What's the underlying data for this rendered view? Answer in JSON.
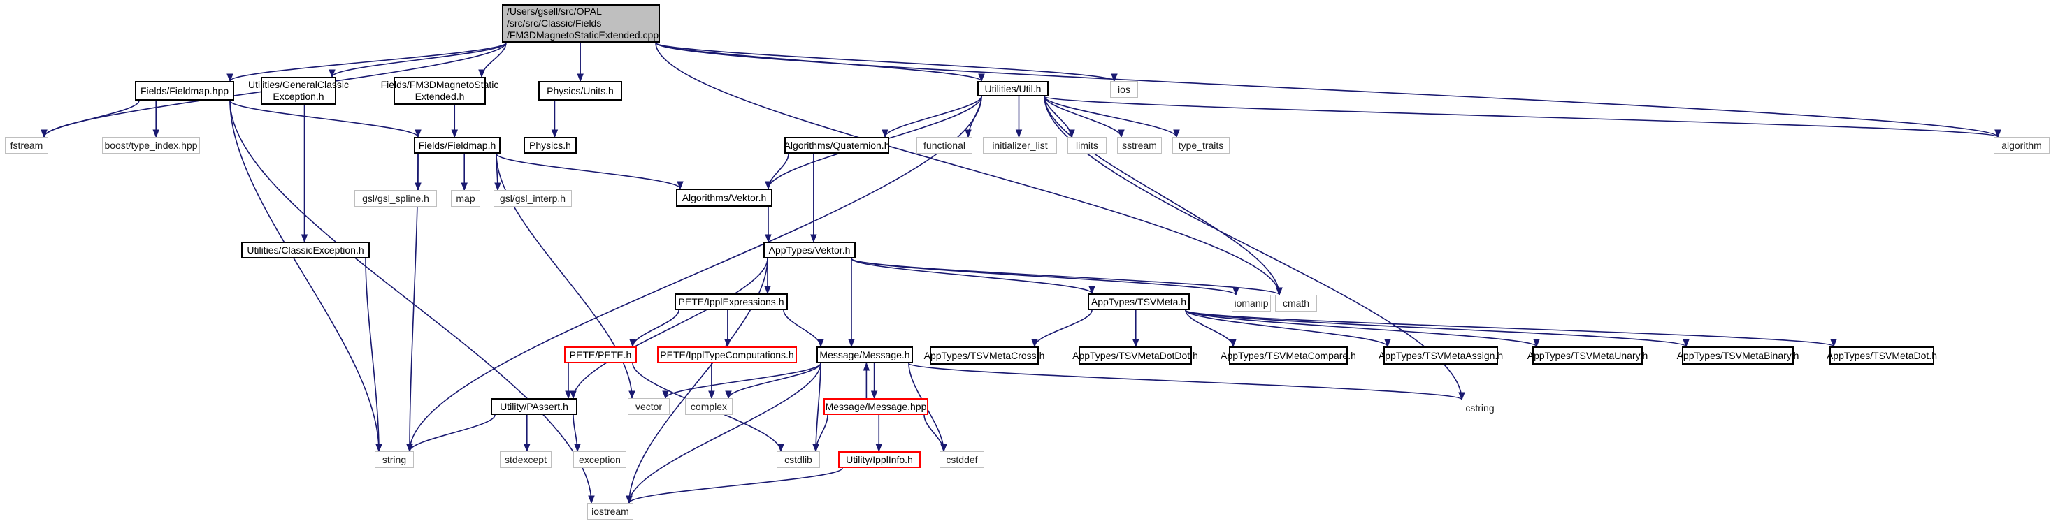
{
  "diagram": {
    "nodes": [
      {
        "id": "root",
        "style": "root",
        "lines": [
          "/Users/gsell/src/OPAL",
          "/src/src/Classic/Fields",
          "/FM3DMagnetoStaticExtended.cpp"
        ]
      },
      {
        "id": "fieldmap_hpp",
        "style": "plain",
        "lines": [
          "Fields/Fieldmap.hpp"
        ]
      },
      {
        "id": "general_classic_exception",
        "style": "plain",
        "lines": [
          "Utilities/GeneralClassic",
          "Exception.h"
        ]
      },
      {
        "id": "fm3d_static_ext_h",
        "style": "plain",
        "lines": [
          "Fields/FM3DMagnetoStatic",
          "Extended.h"
        ]
      },
      {
        "id": "physics_units",
        "style": "plain",
        "lines": [
          "Physics/Units.h"
        ]
      },
      {
        "id": "util_h",
        "style": "plain",
        "lines": [
          "Utilities/Util.h"
        ]
      },
      {
        "id": "ios",
        "style": "sys",
        "lines": [
          "ios"
        ]
      },
      {
        "id": "fstream",
        "style": "sys",
        "lines": [
          "fstream"
        ]
      },
      {
        "id": "boost_type_index",
        "style": "sys",
        "lines": [
          "boost/type_index.hpp"
        ]
      },
      {
        "id": "fieldmap_h",
        "style": "plain",
        "lines": [
          "Fields/Fieldmap.h"
        ]
      },
      {
        "id": "physics_h",
        "style": "plain",
        "lines": [
          "Physics.h"
        ]
      },
      {
        "id": "quaternion",
        "style": "plain",
        "lines": [
          "Algorithms/Quaternion.h"
        ]
      },
      {
        "id": "functional",
        "style": "sys",
        "lines": [
          "functional"
        ]
      },
      {
        "id": "initializer_list",
        "style": "sys",
        "lines": [
          "initializer_list"
        ]
      },
      {
        "id": "limits",
        "style": "sys",
        "lines": [
          "limits"
        ]
      },
      {
        "id": "sstream",
        "style": "sys",
        "lines": [
          "sstream"
        ]
      },
      {
        "id": "type_traits",
        "style": "sys",
        "lines": [
          "type_traits"
        ]
      },
      {
        "id": "algorithm",
        "style": "sys",
        "lines": [
          "algorithm"
        ]
      },
      {
        "id": "gsl_spline",
        "style": "sys",
        "lines": [
          "gsl/gsl_spline.h"
        ]
      },
      {
        "id": "map",
        "style": "sys",
        "lines": [
          "map"
        ]
      },
      {
        "id": "gsl_interp",
        "style": "sys",
        "lines": [
          "gsl/gsl_interp.h"
        ]
      },
      {
        "id": "algorithms_vektor",
        "style": "plain",
        "lines": [
          "Algorithms/Vektor.h"
        ]
      },
      {
        "id": "classic_exception",
        "style": "plain",
        "lines": [
          "Utilities/ClassicException.h"
        ]
      },
      {
        "id": "apptypes_vektor",
        "style": "plain",
        "lines": [
          "AppTypes/Vektor.h"
        ]
      },
      {
        "id": "pete_ippl_expressions",
        "style": "plain",
        "lines": [
          "PETE/IpplExpressions.h"
        ]
      },
      {
        "id": "apptypes_tsvmeta",
        "style": "plain",
        "lines": [
          "AppTypes/TSVMeta.h"
        ]
      },
      {
        "id": "iomanip",
        "style": "sys",
        "lines": [
          "iomanip"
        ]
      },
      {
        "id": "cmath",
        "style": "sys",
        "lines": [
          "cmath"
        ]
      },
      {
        "id": "pete_pete",
        "style": "red",
        "lines": [
          "PETE/PETE.h"
        ]
      },
      {
        "id": "pete_type_comp",
        "style": "red",
        "lines": [
          "PETE/IpplTypeComputations.h"
        ]
      },
      {
        "id": "message_h",
        "style": "plain",
        "lines": [
          "Message/Message.h"
        ]
      },
      {
        "id": "tsv_cross",
        "style": "plain",
        "lines": [
          "AppTypes/TSVMetaCross.h"
        ]
      },
      {
        "id": "tsv_dotdot",
        "style": "plain",
        "lines": [
          "AppTypes/TSVMetaDotDot.h"
        ]
      },
      {
        "id": "tsv_compare",
        "style": "plain",
        "lines": [
          "AppTypes/TSVMetaCompare.h"
        ]
      },
      {
        "id": "tsv_assign",
        "style": "plain",
        "lines": [
          "AppTypes/TSVMetaAssign.h"
        ]
      },
      {
        "id": "tsv_unary",
        "style": "plain",
        "lines": [
          "AppTypes/TSVMetaUnary.h"
        ]
      },
      {
        "id": "tsv_binary",
        "style": "plain",
        "lines": [
          "AppTypes/TSVMetaBinary.h"
        ]
      },
      {
        "id": "tsv_dot",
        "style": "plain",
        "lines": [
          "AppTypes/TSVMetaDot.h"
        ]
      },
      {
        "id": "vector",
        "style": "sys",
        "lines": [
          "vector"
        ]
      },
      {
        "id": "complex",
        "style": "sys",
        "lines": [
          "complex"
        ]
      },
      {
        "id": "utility_passert",
        "style": "plain",
        "lines": [
          "Utility/PAssert.h"
        ]
      },
      {
        "id": "message_hpp",
        "style": "red",
        "lines": [
          "Message/Message.hpp"
        ]
      },
      {
        "id": "cstring",
        "style": "sys",
        "lines": [
          "cstring"
        ]
      },
      {
        "id": "string",
        "style": "sys",
        "lines": [
          "string"
        ]
      },
      {
        "id": "stdexcept",
        "style": "sys",
        "lines": [
          "stdexcept"
        ]
      },
      {
        "id": "exception",
        "style": "sys",
        "lines": [
          "exception"
        ]
      },
      {
        "id": "cstdlib",
        "style": "sys",
        "lines": [
          "cstdlib"
        ]
      },
      {
        "id": "utility_ipplinfo",
        "style": "red",
        "lines": [
          "Utility/IpplInfo.h"
        ]
      },
      {
        "id": "cstddef",
        "style": "sys",
        "lines": [
          "cstddef"
        ]
      },
      {
        "id": "iostream",
        "style": "sys",
        "lines": [
          "iostream"
        ]
      }
    ],
    "edges": [
      [
        "root",
        "fieldmap_hpp"
      ],
      [
        "root",
        "general_classic_exception"
      ],
      [
        "root",
        "fm3d_static_ext_h"
      ],
      [
        "root",
        "physics_units"
      ],
      [
        "root",
        "util_h"
      ],
      [
        "root",
        "ios"
      ],
      [
        "root",
        "fstream"
      ],
      [
        "root",
        "cmath"
      ],
      [
        "root",
        "algorithm"
      ],
      [
        "fieldmap_hpp",
        "fstream"
      ],
      [
        "fieldmap_hpp",
        "boost_type_index"
      ],
      [
        "fieldmap_hpp",
        "fieldmap_h"
      ],
      [
        "fieldmap_hpp",
        "string"
      ],
      [
        "fieldmap_hpp",
        "iostream"
      ],
      [
        "general_classic_exception",
        "classic_exception"
      ],
      [
        "fm3d_static_ext_h",
        "fieldmap_h"
      ],
      [
        "physics_units",
        "physics_h"
      ],
      [
        "util_h",
        "quaternion"
      ],
      [
        "util_h",
        "functional"
      ],
      [
        "util_h",
        "initializer_list"
      ],
      [
        "util_h",
        "limits"
      ],
      [
        "util_h",
        "sstream"
      ],
      [
        "util_h",
        "type_traits"
      ],
      [
        "util_h",
        "algorithm"
      ],
      [
        "util_h",
        "string"
      ],
      [
        "util_h",
        "algorithms_vektor"
      ],
      [
        "util_h",
        "cmath"
      ],
      [
        "util_h",
        "cstring"
      ],
      [
        "fieldmap_h",
        "gsl_spline"
      ],
      [
        "fieldmap_h",
        "map"
      ],
      [
        "fieldmap_h",
        "gsl_interp"
      ],
      [
        "fieldmap_h",
        "string"
      ],
      [
        "fieldmap_h",
        "algorithms_vektor"
      ],
      [
        "fieldmap_h",
        "vector"
      ],
      [
        "quaternion",
        "algorithms_vektor"
      ],
      [
        "quaternion",
        "apptypes_vektor"
      ],
      [
        "algorithms_vektor",
        "apptypes_vektor"
      ],
      [
        "classic_exception",
        "string"
      ],
      [
        "apptypes_vektor",
        "pete_ippl_expressions"
      ],
      [
        "apptypes_vektor",
        "apptypes_tsvmeta"
      ],
      [
        "apptypes_vektor",
        "iomanip"
      ],
      [
        "apptypes_vektor",
        "cmath"
      ],
      [
        "apptypes_vektor",
        "message_h"
      ],
      [
        "apptypes_vektor",
        "utility_passert"
      ],
      [
        "apptypes_vektor",
        "iostream"
      ],
      [
        "pete_ippl_expressions",
        "pete_pete"
      ],
      [
        "pete_ippl_expressions",
        "pete_type_comp"
      ],
      [
        "pete_ippl_expressions",
        "message_h"
      ],
      [
        "apptypes_tsvmeta",
        "tsv_cross"
      ],
      [
        "apptypes_tsvmeta",
        "tsv_dotdot"
      ],
      [
        "apptypes_tsvmeta",
        "tsv_compare"
      ],
      [
        "apptypes_tsvmeta",
        "tsv_assign"
      ],
      [
        "apptypes_tsvmeta",
        "tsv_unary"
      ],
      [
        "apptypes_tsvmeta",
        "tsv_binary"
      ],
      [
        "apptypes_tsvmeta",
        "tsv_dot"
      ],
      [
        "pete_pete",
        "utility_passert"
      ],
      [
        "pete_pete",
        "cstdlib"
      ],
      [
        "pete_type_comp",
        "complex"
      ],
      [
        "message_h",
        "vector"
      ],
      [
        "message_h",
        "complex"
      ],
      [
        "message_h",
        "message_hpp"
      ],
      [
        "message_h",
        "cstdlib"
      ],
      [
        "message_h",
        "cstddef"
      ],
      [
        "message_h",
        "iostream"
      ],
      [
        "message_h",
        "cstring"
      ],
      [
        "utility_passert",
        "string"
      ],
      [
        "utility_passert",
        "stdexcept"
      ],
      [
        "utility_passert",
        "exception"
      ],
      [
        "message_hpp",
        "message_h"
      ],
      [
        "message_hpp",
        "cstdlib"
      ],
      [
        "message_hpp",
        "utility_ipplinfo"
      ],
      [
        "message_hpp",
        "cstddef"
      ],
      [
        "utility_ipplinfo",
        "iostream"
      ]
    ]
  }
}
